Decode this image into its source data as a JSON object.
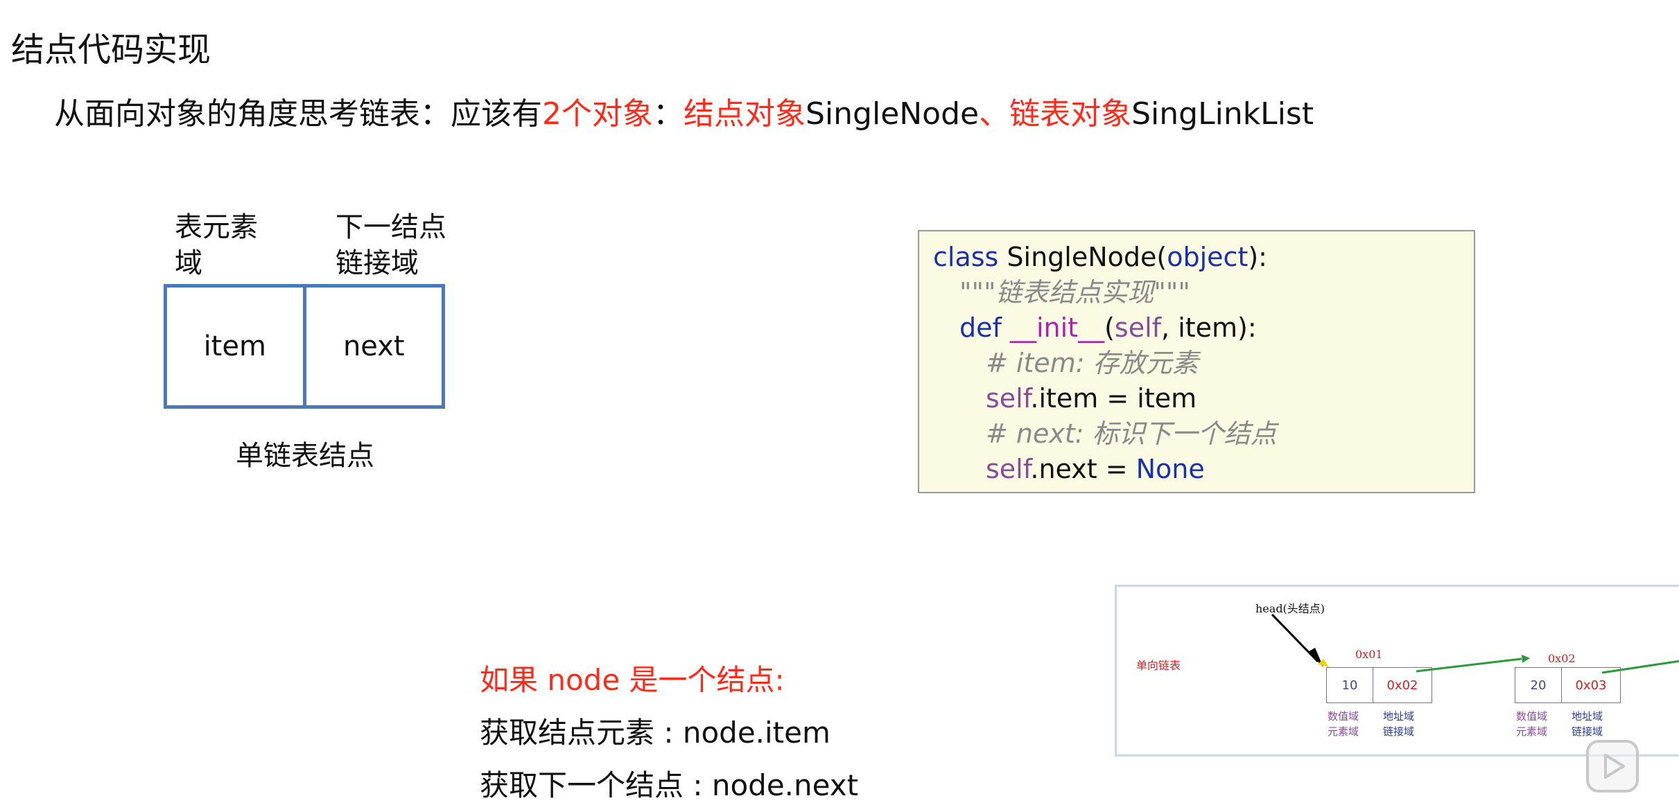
{
  "title": "结点代码实现",
  "subtitle": {
    "part1": "从面向对象的角度思考链表：应该有",
    "part2": "2个对象",
    "part3": "：",
    "part4": "结点对象",
    "part5": "SingleNode",
    "part6": "、链表对象",
    "part7": "SingLinkList"
  },
  "diagram": {
    "label_item_line1": "表元素",
    "label_item_line2": "域",
    "label_next_line1": "下一结点",
    "label_next_line2": "链接域",
    "cell_item": "item",
    "cell_next": "next",
    "caption": "单链表结点"
  },
  "code": {
    "l1_kw": "class",
    "l1_name": " SingleNode(",
    "l1_obj": "object",
    "l1_end": "):",
    "l2": "\"\"\"链表结点实现\"\"\"",
    "l3_kw": "def",
    "l3_sp": " ",
    "l3_init": "__init__",
    "l3_open": "(",
    "l3_self": "self",
    "l3_rest": ", item):",
    "l4": "# item: 存放元素",
    "l5_self": "self",
    "l5_rest": ".item = item",
    "l6": "# next: 标识下一个结点",
    "l7_self": "self",
    "l7_rest": ".next = ",
    "l7_none": "None"
  },
  "bottom": {
    "line1": "如果 node 是一个结点:",
    "line2": "获取结点元素 : node.item",
    "line3": "获取下一个结点 : node.next"
  },
  "linked_list": {
    "head_label": "head(头结点)",
    "list_label": "单向链表",
    "addr1": "0x01",
    "addr2": "0x02",
    "n1_val": "10",
    "n1_next": "0x02",
    "n2_val": "20",
    "n2_next": "0x03",
    "lbl_value_domain": "数值域",
    "lbl_elem_domain": "元素域",
    "lbl_addr_domain": "地址域",
    "lbl_link_domain": "链接域"
  },
  "colors": {
    "accent_red": "#ff2a1a",
    "node_border": "#4a78b8",
    "code_bg": "#fbfbe4",
    "keyword": "#1a30a8"
  }
}
